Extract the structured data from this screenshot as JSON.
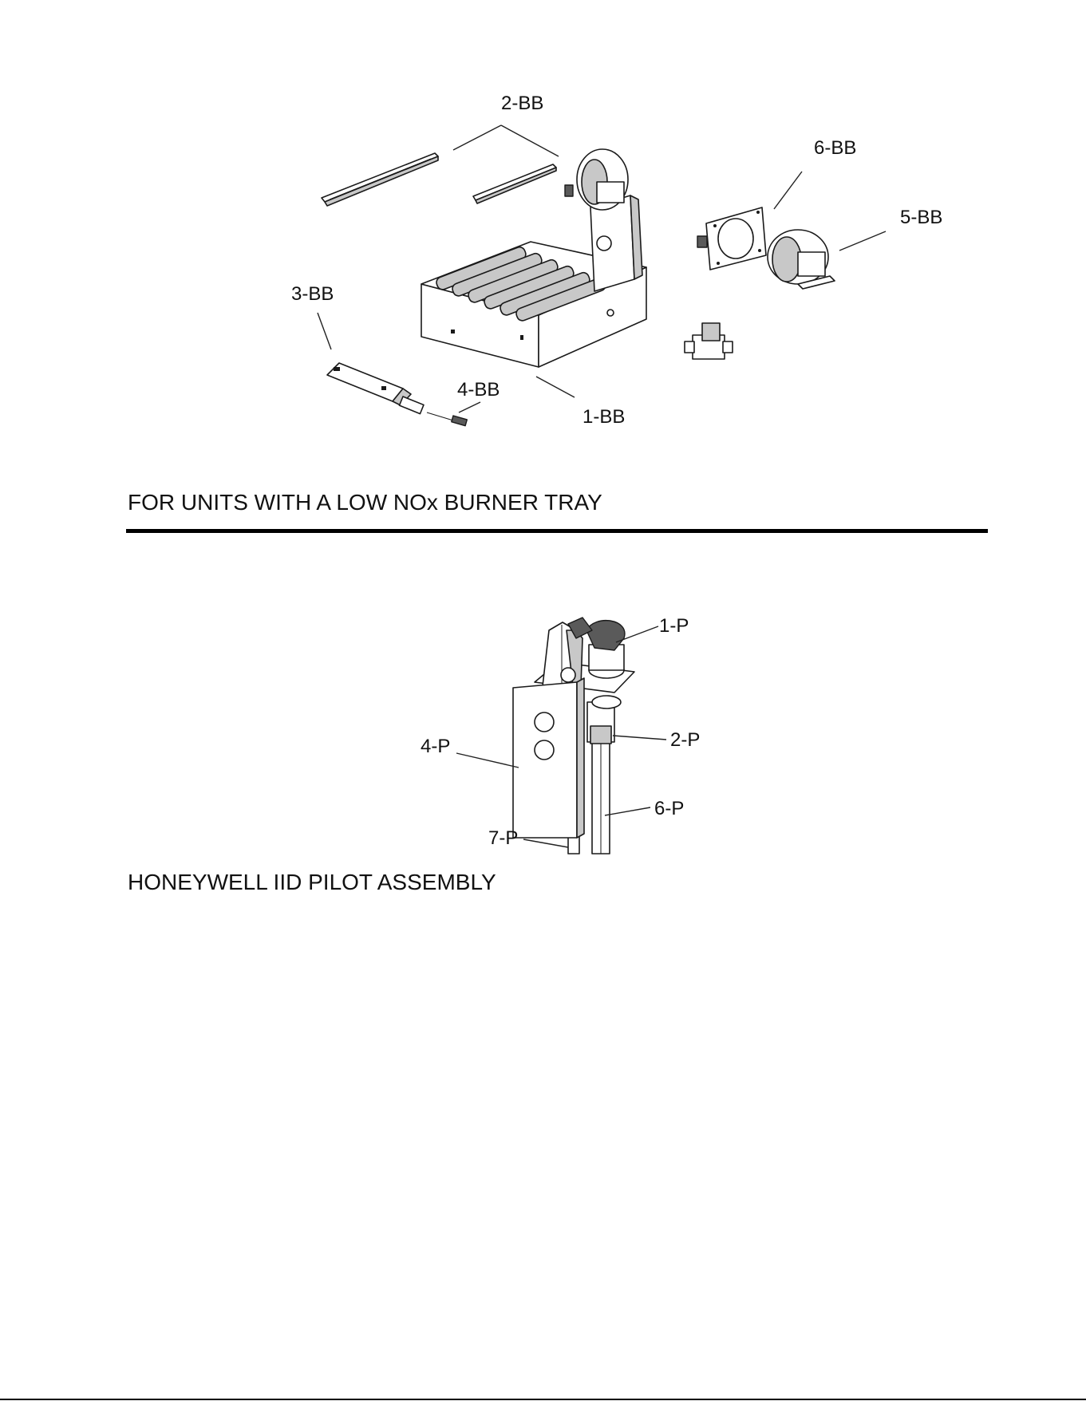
{
  "sections": [
    {
      "id": "low-nox",
      "title": "FOR UNITS WITH A LOW NOx BURNER TRAY",
      "callouts": [
        "2-BB",
        "6-BB",
        "5-BB",
        "3-BB",
        "4-BB",
        "1-BB"
      ]
    },
    {
      "id": "iid-pilot",
      "title": "HONEYWELL IID PILOT ASSEMBLY",
      "callouts": [
        "1-P",
        "2-P",
        "4-P",
        "6-P",
        "7-P"
      ]
    }
  ],
  "colors": {
    "ink": "#111111",
    "rule": "#000000",
    "background": "#ffffff"
  }
}
